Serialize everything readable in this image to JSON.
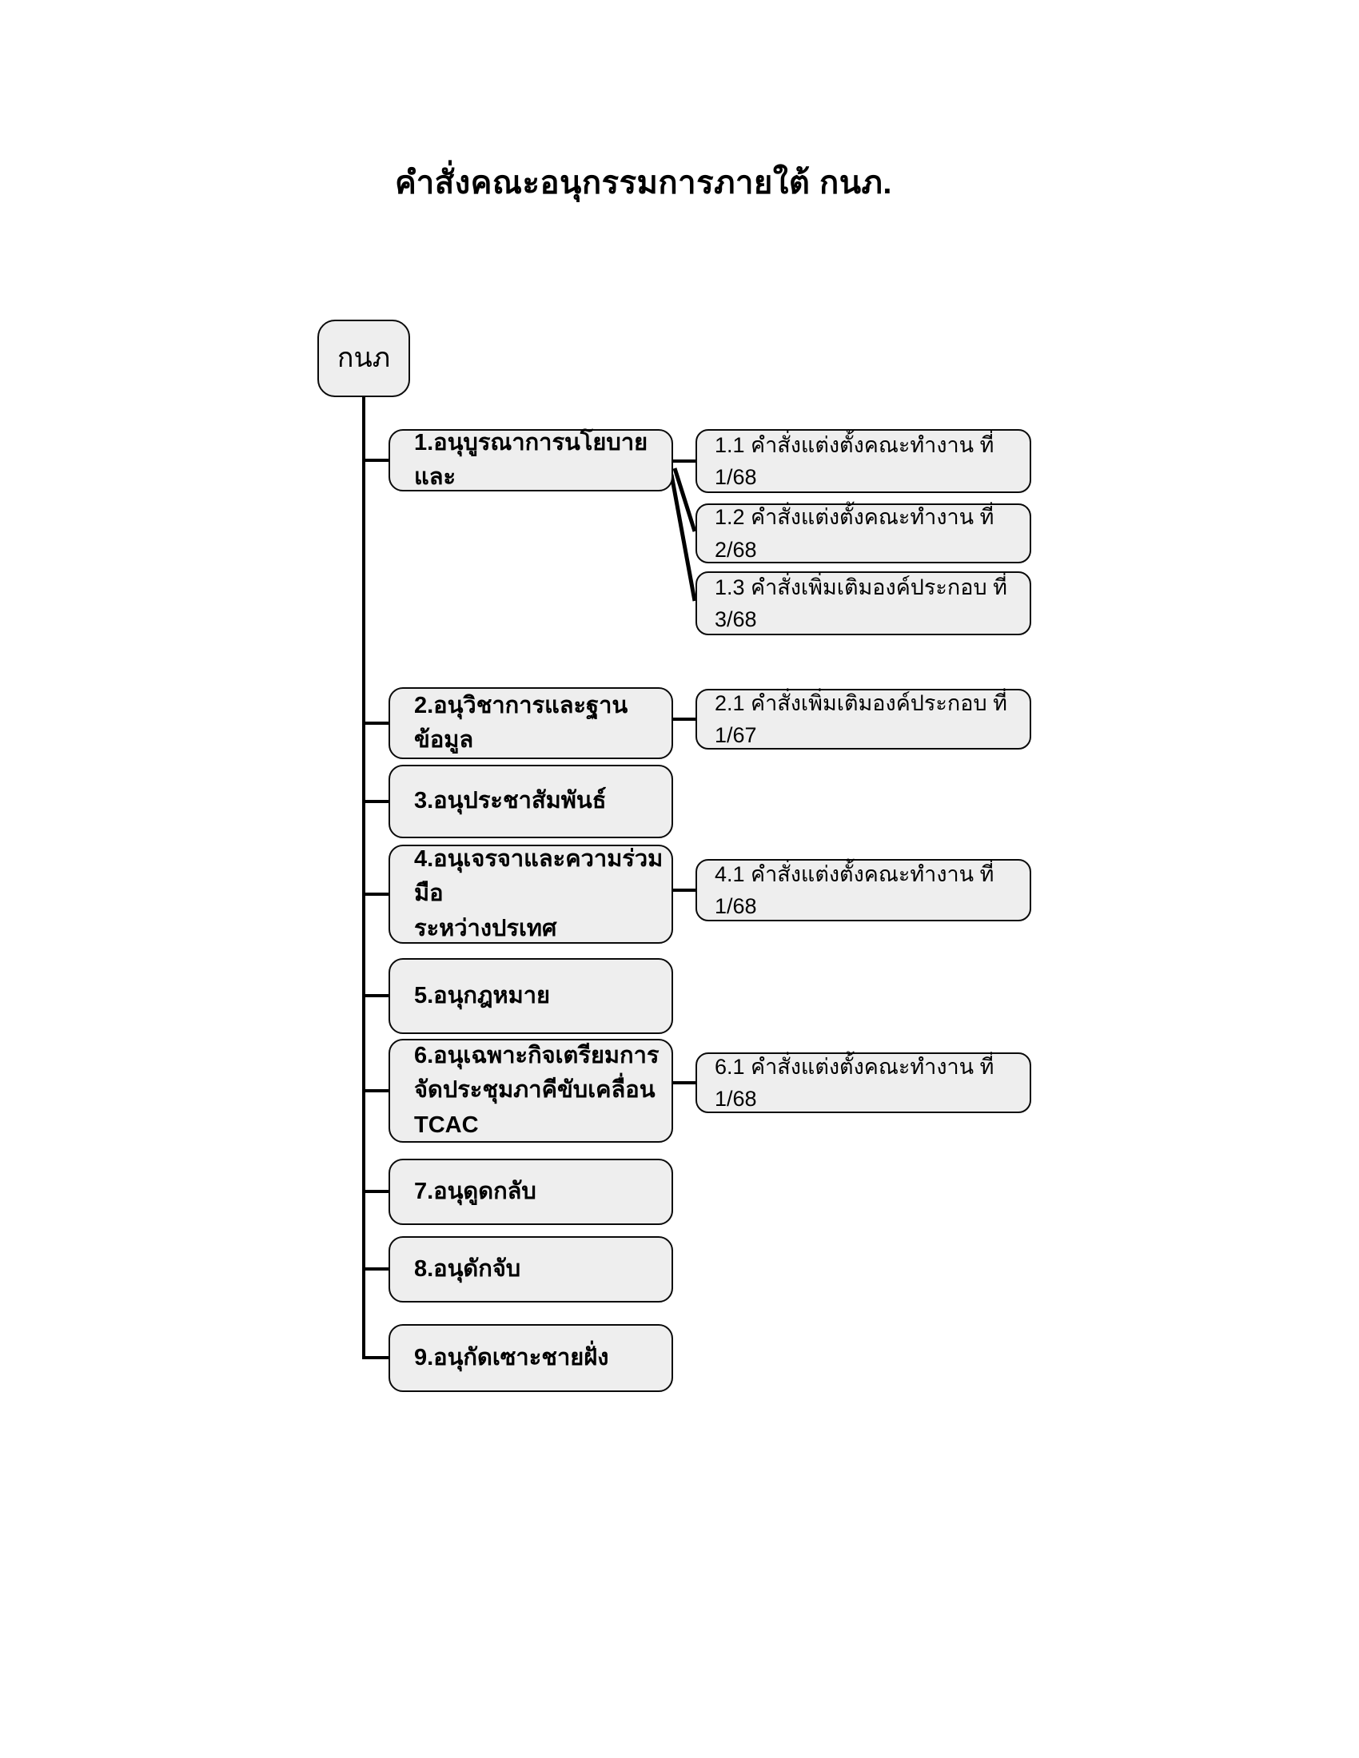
{
  "title": "คำสั่งคณะอนุกรรมการภายใต้ กนภ.",
  "root": {
    "label": "กนภ"
  },
  "nodes": [
    {
      "label": "1.อนุบูรณาการนโยบายและ",
      "children": [
        "1.1 คำสั่งแต่งตั้งคณะทำงาน ที่ 1/68",
        "1.2 คำสั่งแต่งตั้งคณะทำงาน ที่ 2/68",
        "1.3 คำสั่งเพิ่มเติมองค์ประกอบ ที่ 3/68"
      ]
    },
    {
      "label": "2.อนุวิชาการและฐานข้อมูล",
      "children": [
        "2.1 คำสั่งเพิ่มเติมองค์ประกอบ ที่ 1/67"
      ]
    },
    {
      "label": "3.อนุประชาสัมพันธ์",
      "children": []
    },
    {
      "label": "4.อนุเจรจาและความร่วมมือ\nระหว่างปรเทศ",
      "children": [
        "4.1 คำสั่งแต่งตั้งคณะทำงาน ที่ 1/68"
      ]
    },
    {
      "label": "5.อนุกฎหมาย",
      "children": []
    },
    {
      "label": "6.อนุเฉพาะกิจเตรียมการ\nจัดประชุมภาคีขับเคลื่อน TCAC",
      "children": [
        "6.1 คำสั่งแต่งตั้งคณะทำงาน ที่ 1/68"
      ]
    },
    {
      "label": "7.อนุดูดกลับ",
      "children": []
    },
    {
      "label": "8.อนุดักจับ",
      "children": []
    },
    {
      "label": "9.อนุกัดเซาะชายฝั่ง",
      "children": []
    }
  ],
  "colors": {
    "box_fill": "#eeeeee",
    "box_border": "#0a0a0a",
    "line": "#000000",
    "background": "#ffffff",
    "text": "#000000"
  }
}
